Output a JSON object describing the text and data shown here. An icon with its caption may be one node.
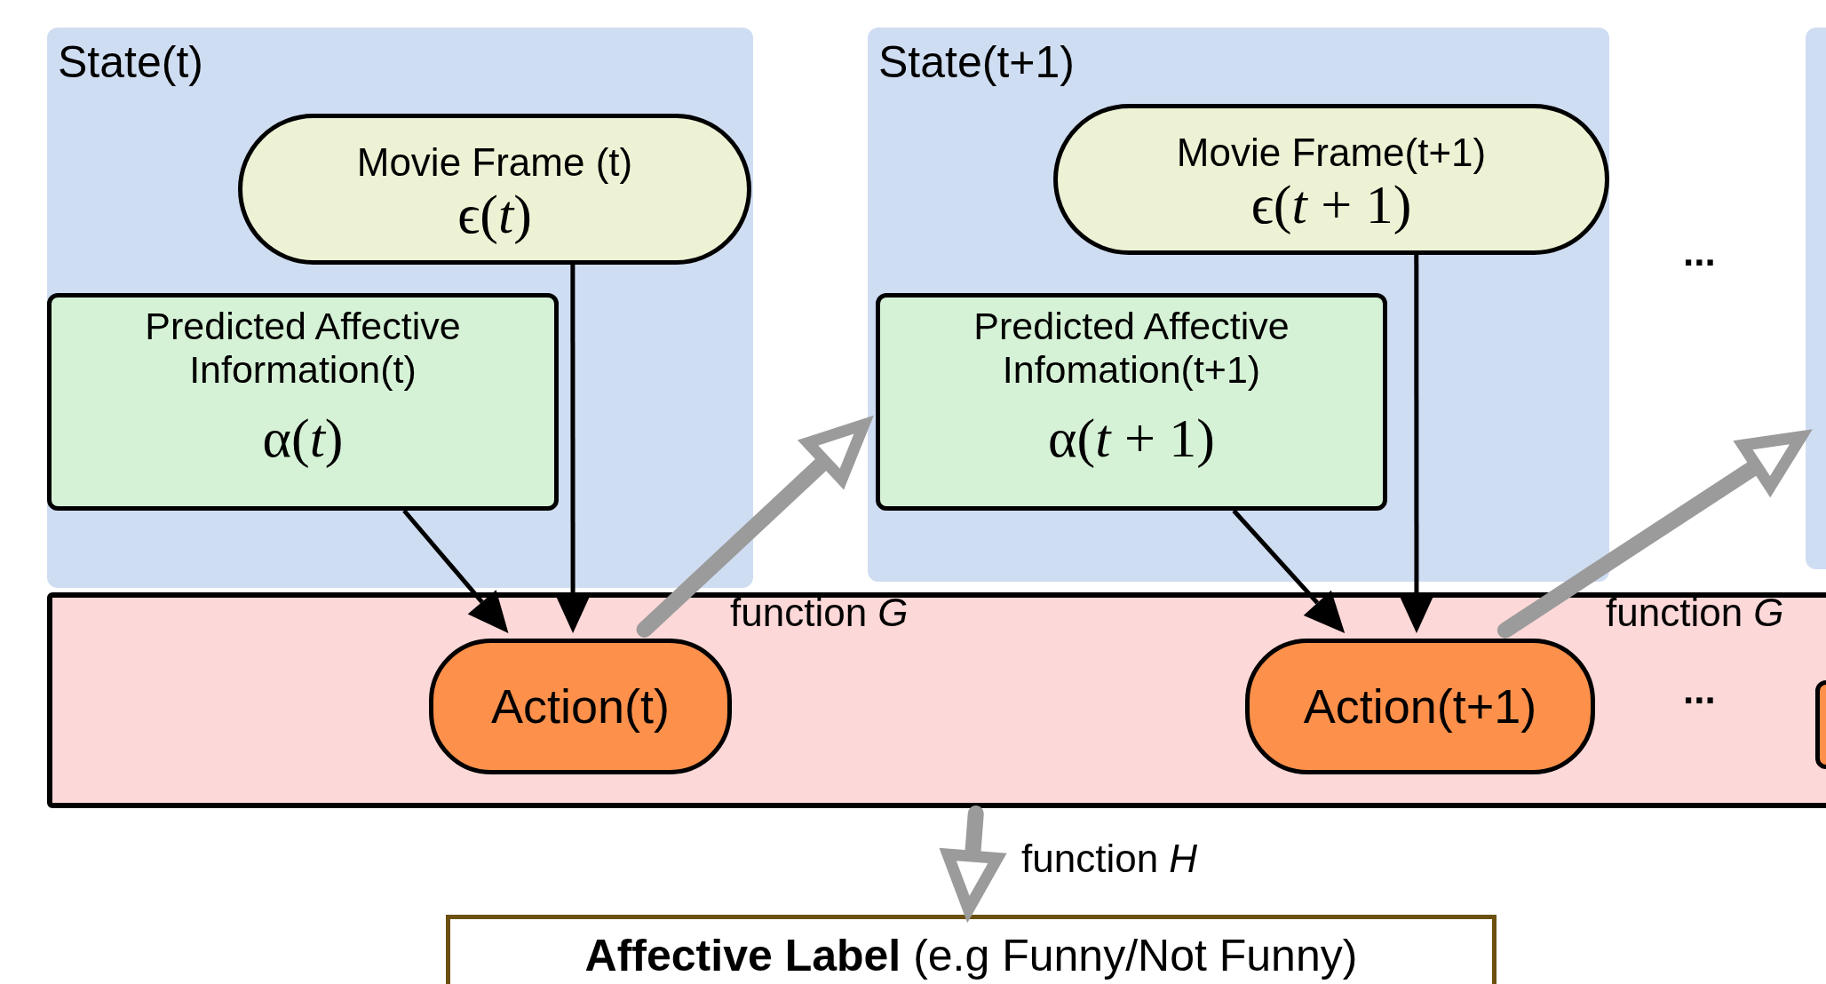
{
  "diagram": {
    "nodes": [
      {
        "text": [
          "State(t)"
        ]
      },
      {
        "text": [
          "Movie Frame (t)",
          "ϵ(*t*)"
        ],
        "in": 0
      },
      {
        "text": [
          "Predicted Affective Information(t)",
          "α(*t*)"
        ],
        "in": 0
      },
      {
        "text": [
          "State(t+1)"
        ]
      },
      {
        "text": [
          "Movie Frame(t+1)",
          "ϵ(*t* + 1)"
        ],
        "in": 3
      },
      {
        "text": [
          "Predicted Affective Infomation(t+1)",
          "α(*t* + 1)"
        ],
        "in": 3
      },
      {
        "text": [],
        "shape": "box"
      },
      {
        "text": [],
        "shape": "bar"
      },
      {
        "text": [
          "Action(t)"
        ],
        "in": 7
      },
      {
        "text": [
          "Action(t+1)"
        ],
        "in": 7
      },
      {
        "text": [],
        "shape": "box",
        "in": 7
      },
      {
        "text": [
          "**Affective Label** (e.g Funny/Not Funny)"
        ]
      }
    ],
    "edges": [
      {
        "from": 1,
        "to": 8,
        "arrow": "to"
      },
      {
        "from": 2,
        "to": 8,
        "arrow": "to"
      },
      {
        "from": 8,
        "to": 3,
        "arrow": "to",
        "label": "function *G*",
        "style": "thick",
        "color": "#9b9b9b"
      },
      {
        "from": 4,
        "to": 9,
        "arrow": "to"
      },
      {
        "from": 5,
        "to": 9,
        "arrow": "to"
      },
      {
        "from": 9,
        "to": 6,
        "arrow": "to",
        "label": "function *G*",
        "style": "thick",
        "color": "#9b9b9b"
      },
      {
        "from": 7,
        "to": 11,
        "arrow": "to",
        "label": "function *H*",
        "style": "thick",
        "color": "#9b9b9b"
      }
    ],
    "labels": [
      "...",
      "..."
    ]
  }
}
